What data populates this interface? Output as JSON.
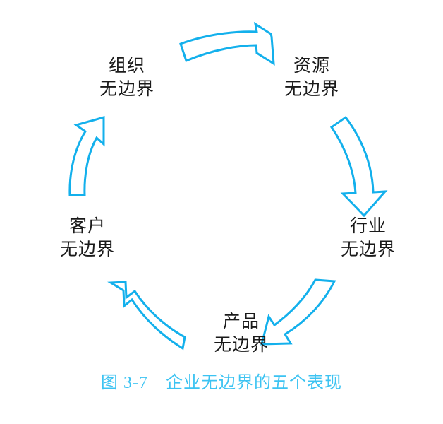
{
  "figure": {
    "caption_number": "图 3-7",
    "caption_title": "企业无边界的五个表现",
    "caption_full": "图 3-7　企业无边界的五个表现",
    "background_color": "#ffffff",
    "arrow_color": "#13b0ec",
    "caption_color": "#3cc3f2",
    "label_color": "#1a1a1a"
  },
  "chart_data": {
    "type": "diagram",
    "subtype": "cycle",
    "title": "企业无边界的五个表现",
    "direction": "clockwise",
    "node_count": 5,
    "nodes": [
      {
        "id": "organization",
        "line1": "组织",
        "line2": "无边界",
        "position": "top-left"
      },
      {
        "id": "resource",
        "line1": "资源",
        "line2": "无边界",
        "position": "top-right"
      },
      {
        "id": "industry",
        "line1": "行业",
        "line2": "无边界",
        "position": "right"
      },
      {
        "id": "product",
        "line1": "产品",
        "line2": "无边界",
        "position": "bottom"
      },
      {
        "id": "customer",
        "line1": "客户",
        "line2": "无边界",
        "position": "left"
      }
    ],
    "edges": [
      {
        "id": "arrow-top",
        "from": "organization",
        "to": "resource",
        "shape": "curved-banner-arrow",
        "points": "right"
      },
      {
        "id": "arrow-right",
        "from": "resource",
        "to": "industry",
        "shape": "curved-arrow",
        "points": "down"
      },
      {
        "id": "arrow-bottom-right",
        "from": "industry",
        "to": "product",
        "shape": "curved-arrow",
        "points": "down-left"
      },
      {
        "id": "arrow-bottom-left",
        "from": "product",
        "to": "customer",
        "shape": "curved-arrow",
        "points": "up-left"
      },
      {
        "id": "arrow-left",
        "from": "customer",
        "to": "organization",
        "shape": "curved-arrow",
        "points": "up"
      }
    ]
  }
}
